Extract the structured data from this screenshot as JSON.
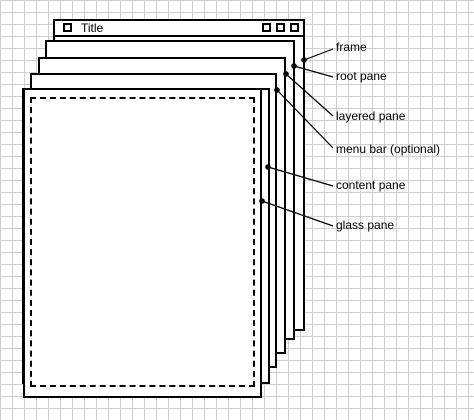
{
  "window": {
    "title": "Title"
  },
  "labels": {
    "frame": "frame",
    "root_pane": "root pane",
    "layered_pane": "layered pane",
    "menu_bar": "menu bar (optional)",
    "content_pane": "content pane",
    "glass_pane": "glass pane"
  },
  "colors": {
    "background": "#ffffff",
    "grid": "#cfcfcf",
    "stroke": "#000000"
  }
}
